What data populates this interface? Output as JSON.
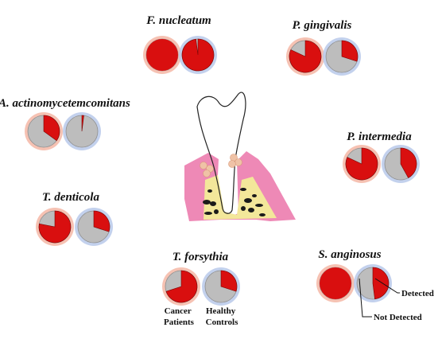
{
  "colors": {
    "detected": "#d90f0f",
    "not_detected": "#bdbdbd",
    "cancer_halo": "#f4b7a6",
    "control_halo": "#b9c9ea",
    "tooth_outline": "#222222",
    "gum": "#ee89b6",
    "bone": "#f3e79a",
    "plaque": "#efc2a6"
  },
  "groups": {
    "cancer": "Cancer Patients",
    "control": "Healthy Controls"
  },
  "group_label_lines": {
    "cancer": [
      "Cancer",
      "Patients"
    ],
    "control": [
      "Healthy",
      "Controls"
    ]
  },
  "legend": {
    "detected": "Detected",
    "not_detected": "Not Detected"
  },
  "chart_data": {
    "type": "pie",
    "description_units": "fraction detected",
    "species": [
      {
        "name": "F. nucleatum",
        "cancer_detected": 1.0,
        "control_detected": 0.98
      },
      {
        "name": "P. gingivalis",
        "cancer_detected": 0.82,
        "control_detected": 0.3
      },
      {
        "name": "A. actinomycetemcomitans",
        "cancer_detected": 0.35,
        "control_detected": 0.02
      },
      {
        "name": "P. intermedia",
        "cancer_detected": 0.82,
        "control_detected": 0.42
      },
      {
        "name": "T. denticola",
        "cancer_detected": 0.78,
        "control_detected": 0.3
      },
      {
        "name": "T. forsythia",
        "cancer_detected": 0.7,
        "control_detected": 0.3
      },
      {
        "name": "S. anginosus",
        "cancer_detected": 1.0,
        "control_detected": 0.48
      }
    ]
  }
}
